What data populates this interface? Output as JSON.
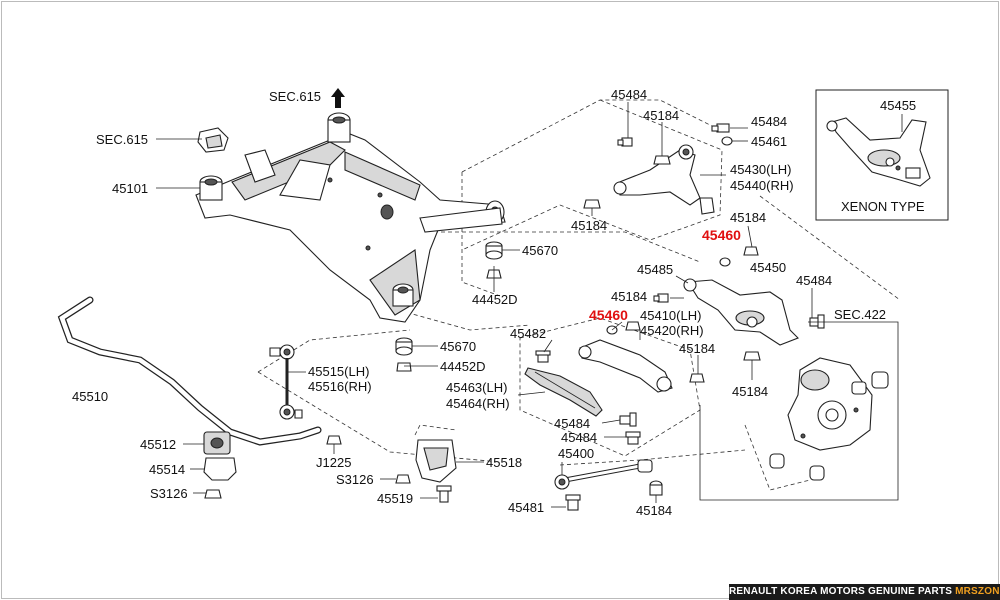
{
  "labels": {
    "sec615_top": "SEC.615",
    "sec615_left": "SEC.615",
    "p45101": "45101",
    "p45670_a": "45670",
    "p44452d_a": "44452D",
    "p45670_b": "45670",
    "p44452d_b": "44452D",
    "p45510": "45510",
    "p45515": "45515(LH)",
    "p45516": "45516(RH)",
    "p45512": "45512",
    "p45514": "45514",
    "p3126_a": "S3126",
    "p3126_b": "S3126",
    "j1225": "J1225",
    "p45518": "45518",
    "p45519": "45519",
    "p45484_a": "45484",
    "p45184_a": "45184",
    "p45484_b": "45484",
    "p45461": "45461",
    "p45430": "45430(LH)",
    "p45440": "45440(RH)",
    "p45184_b": "45184",
    "p45184_c": "45184",
    "p45460_a": "45460",
    "p45485": "45485",
    "p45450": "45450",
    "p45484_c": "45484",
    "p45184_d": "45184",
    "sec422": "SEC.422",
    "p45460_b": "45460",
    "p45410": "45410(LH)",
    "p45420": "45420(RH)",
    "p45482": "45482",
    "p45184_e": "45184",
    "p45463": "45463(LH)",
    "p45464": "45464(RH)",
    "p45184_f": "45184",
    "p45484_d": "45484",
    "p45484_e": "45484",
    "p45400": "45400",
    "p45481": "45481",
    "p45184_g": "45184",
    "p45455": "45455",
    "xenon": "XENON TYPE"
  },
  "footer": {
    "main": "RENAULT KOREA MOTORS GENUINE PARTS ",
    "accent": "MRSZONE"
  },
  "colors": {
    "highlight": "#e01010",
    "footer_bg": "#1a1a1a",
    "footer_accent": "#f0a020"
  }
}
